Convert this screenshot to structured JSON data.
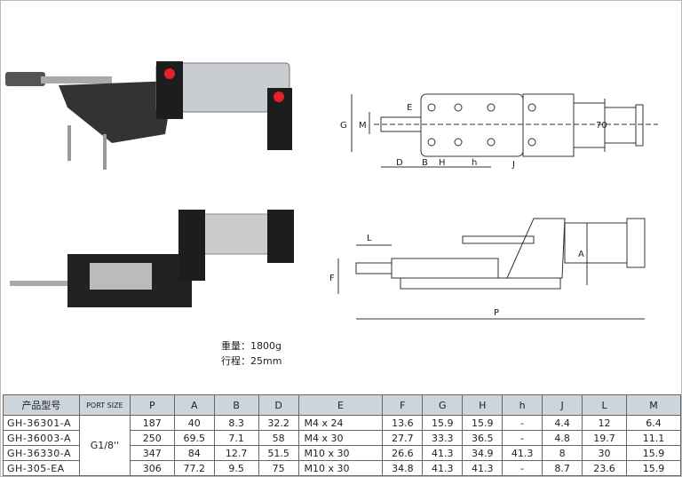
{
  "specs": {
    "weight": "重量：1800g",
    "stroke": "行程：25mm"
  },
  "drawing_top": {
    "labels": {
      "G": "G",
      "M": "M",
      "E": "E",
      "D": "D",
      "B": "B",
      "H": "H",
      "h": "h",
      "J": "J",
      "dim70": "70"
    }
  },
  "drawing_bottom": {
    "labels": {
      "L": "L",
      "F": "F",
      "A": "A",
      "P": "P"
    }
  },
  "table": {
    "headers": [
      "产品型号",
      "PORT SIZE",
      "P",
      "A",
      "B",
      "D",
      "E",
      "F",
      "G",
      "H",
      "h",
      "J",
      "L",
      "M"
    ],
    "port_size": "G1/8''",
    "rows": [
      [
        "GH-36301-A",
        "187",
        "40",
        "8.3",
        "32.2",
        "M4 x 24",
        "13.6",
        "15.9",
        "15.9",
        "-",
        "4.4",
        "12",
        "6.4"
      ],
      [
        "GH-36003-A",
        "250",
        "69.5",
        "7.1",
        "58",
        "M4 x 30",
        "27.7",
        "33.3",
        "36.5",
        "-",
        "4.8",
        "19.7",
        "11.1"
      ],
      [
        "GH-36330-A",
        "347",
        "84",
        "12.7",
        "51.5",
        "M10 x 30",
        "26.6",
        "41.3",
        "34.9",
        "41.3",
        "8",
        "30",
        "15.9"
      ],
      [
        "GH-305-EA",
        "306",
        "77.2",
        "9.5",
        "75",
        "M10 x 30",
        "34.8",
        "41.3",
        "41.3",
        "-",
        "8.7",
        "23.6",
        "15.9"
      ]
    ]
  },
  "colors": {
    "header_bg": "#cdd5dc",
    "accent_red": "#e8202a"
  }
}
